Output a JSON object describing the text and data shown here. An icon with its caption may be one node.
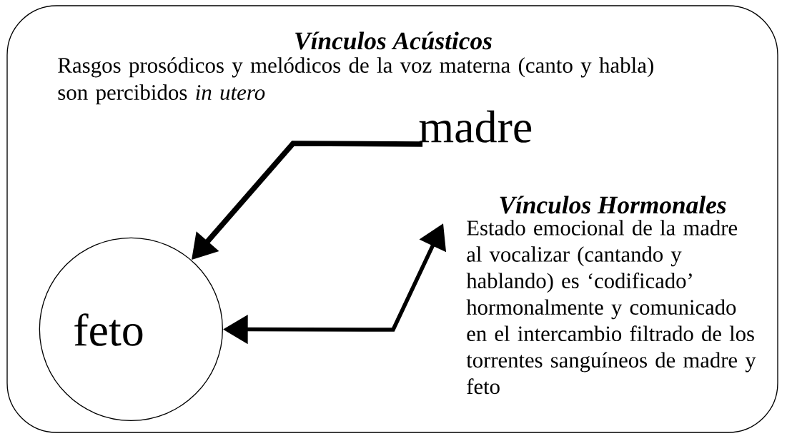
{
  "diagram": {
    "nodes": [
      {
        "text": [
          "Vínculos Acústicos",
          "Rasgos prosódicos y melódicos de la voz materna (canto y habla) son percibidos *in utero*"
        ]
      },
      {
        "text": [
          "madre"
        ],
        "in": 0
      },
      {
        "text": [
          "feto"
        ],
        "in": 0
      },
      {
        "text": [
          "Vínculos Hormonales",
          "Estado emocional de la madre al vocalizar (cantando y hablando) es ‘codificado’ hormonalmente y comunicado en el intercambio filtrado de los torrentes sanguíneos de madre y feto"
        ],
        "in": 0
      }
    ],
    "edges": [
      {
        "from": 1,
        "to": 2,
        "arrow": "to"
      },
      {
        "from": 3,
        "to": 2,
        "arrow": "both"
      }
    ]
  }
}
